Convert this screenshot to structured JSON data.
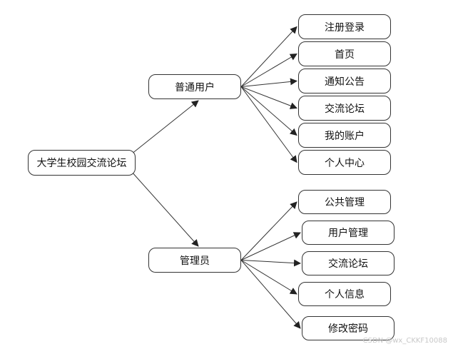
{
  "diagram": {
    "root": {
      "label": "大学生校园交流论坛"
    },
    "branches": [
      {
        "label": "普通用户",
        "children": [
          "注册登录",
          "首页",
          "通知公告",
          "交流论坛",
          "我的账户",
          "个人中心"
        ]
      },
      {
        "label": "管理员",
        "children": [
          "公共管理",
          "用户管理",
          "交流论坛",
          "个人信息",
          "修改密码"
        ]
      }
    ],
    "colors": {
      "line": "#333333",
      "border": "#333333",
      "text": "#111111"
    }
  },
  "watermark": "CSDN @wx_CKKF10088"
}
